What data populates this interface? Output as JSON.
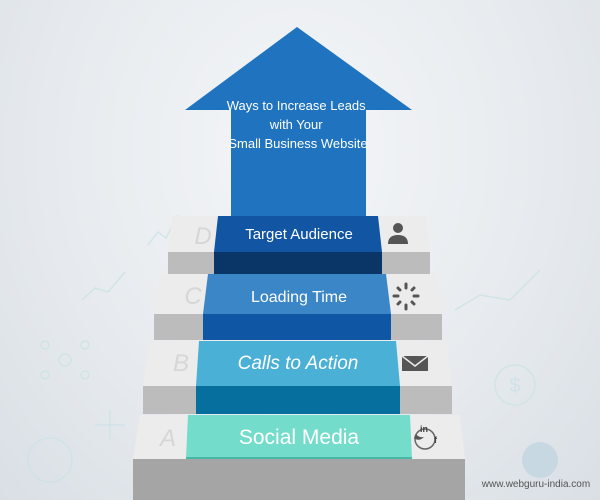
{
  "title": [
    "Ways to Increase Leads",
    "with Your",
    "Small Business Website"
  ],
  "steps": [
    {
      "letter": "D",
      "label": "Target Audience",
      "icon": "person-icon"
    },
    {
      "letter": "C",
      "label": "Loading Time",
      "icon": "loading-spinner-icon"
    },
    {
      "letter": "B",
      "label": "Calls to Action",
      "icon": "envelope-icon"
    },
    {
      "letter": "A",
      "label": "Social Media",
      "icon": "social-icon",
      "icon_text": [
        "in",
        "f"
      ]
    }
  ],
  "watermark": "www.webguru-india.com",
  "colors": {
    "arrow": "#1f73bf",
    "d_top": "#1155a3",
    "d_front": "#093567",
    "c_top": "#3a86c6",
    "c_front": "#0f56a4",
    "b_top": "#4ab0d6",
    "b_front": "#066f9e",
    "a_top": "#74dccb"
  }
}
